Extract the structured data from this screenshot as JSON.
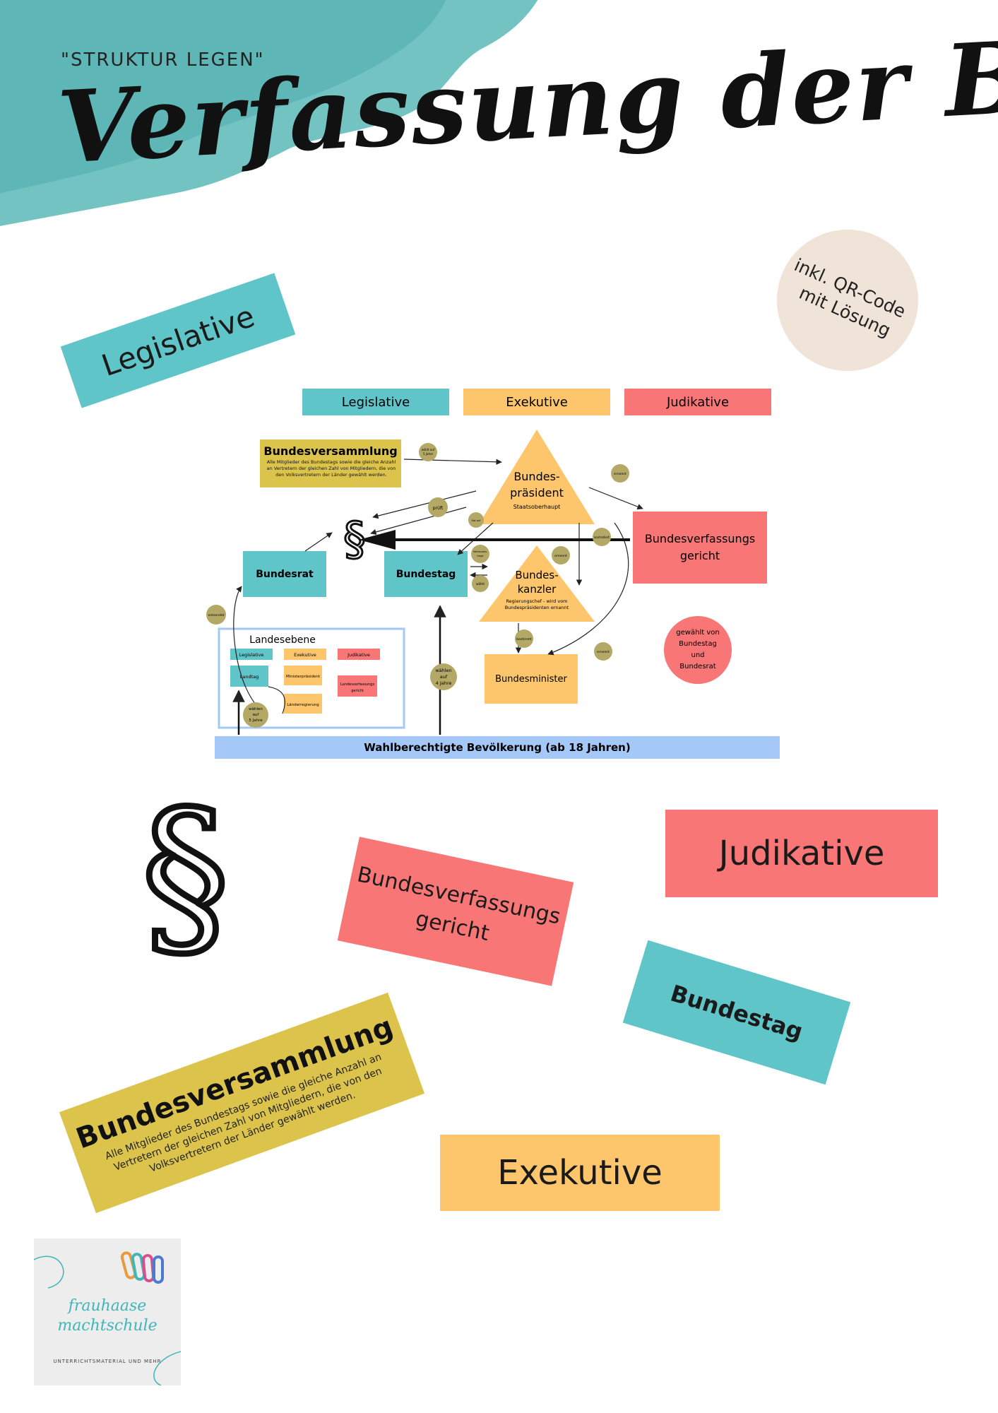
{
  "header": {
    "subtitle": "\"STRUKTUR LEGEN\"",
    "title": "Verfassung der BRD"
  },
  "badge": {
    "line1": "inkl. QR-Code",
    "line2": "mit Lösung"
  },
  "colors": {
    "teal": "#5fc5c9",
    "orange": "#fdc66c",
    "red": "#f87676",
    "mustard": "#dcc44c",
    "olive": "#b3a866",
    "blue": "#a4c8f8"
  },
  "diagram": {
    "headers": [
      "Legislative",
      "Exekutive",
      "Judikative"
    ],
    "bundesversammlung": {
      "title": "Bundesversammlung",
      "text": "Alle Mitglieder des Bundestags sowie die gleiche Anzahl an Vertretern der gleichen Zahl von Mitgliedern, die von den Volksvertretern der Länder gewählt werden."
    },
    "praesident": {
      "line1": "Bundes-",
      "line2": "präsident",
      "sub": "Staatsoberhaupt"
    },
    "kanzler": {
      "line1": "Bundes-",
      "line2": "kanzler",
      "sub1": "Regierungschef - wird vom",
      "sub2": "Bundespräsidenten ernannt"
    },
    "bverfg": {
      "line1": "Bundesverfassungs",
      "line2": "gericht"
    },
    "paragraph": "§",
    "bundesrat": "Bundesrat",
    "bundestag": "Bundestag",
    "bundesminister": "Bundesminister",
    "elected_note": {
      "line1": "gewählt von",
      "line2": "Bundestag",
      "line3": "und",
      "line4": "Bundesrat"
    },
    "waehlen_bt": {
      "line1": "wählen",
      "line2": "auf",
      "line3": "4 Jahre"
    },
    "landesebene": {
      "title": "Landesebene",
      "headers": [
        "Legislative",
        "Exekutive",
        "Judikative"
      ],
      "landtag": "Landtag",
      "ministerpraesident": "Ministerpräsident",
      "laenderregierung": "Länderregierung",
      "lverfg": {
        "line1": "Landesverfassungs",
        "line2": "gericht"
      },
      "waehlen": {
        "line1": "wählen",
        "line2": "auf",
        "line3": "5 Jahre"
      }
    },
    "bevoelkerung": "Wahlberechtigte Bevölkerung (ab 18 Jahren)",
    "labels": {
      "waehlt": {
        "line1": "wählt auf",
        "line2": "5 Jahre"
      },
      "ernennt": "ernennt",
      "prueft": "prüft",
      "kontrolliert": "kontrolliert",
      "vertrauensfrage": {
        "line1": "Vertrauens-",
        "line2": "frage"
      },
      "waehlt_kanzler": "wählt",
      "bestimmt": "bestimmt",
      "entsendet": "entsendet",
      "loest_auf": "löst auf"
    }
  },
  "cards": {
    "legislative": "Legislative",
    "paragraph": "§",
    "bverfg": {
      "line1": "Bundesverfassungs",
      "line2": "gericht"
    },
    "judikative": "Judikative",
    "bundestag": "Bundestag",
    "bundesversammlung": {
      "title": "Bundesversammlung",
      "text": "Alle Mitglieder des Bundestags sowie die gleiche Anzahl an Vertretern der gleichen Zahl von Mitgliedern, die von den Volksvertretern der Länder gewählt werden."
    },
    "exekutive": "Exekutive"
  },
  "logo": {
    "line1": "frauhaase",
    "line2": "machtschule",
    "tagline": "UNTERRICHTSMATERIAL UND MEHR"
  }
}
